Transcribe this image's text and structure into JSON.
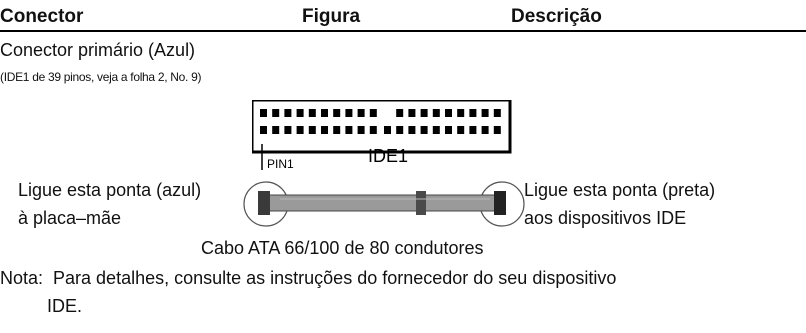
{
  "header": {
    "col_connector": "Conector",
    "col_figure": "Figura",
    "col_description": "Descrição"
  },
  "section": {
    "title": "Conector primário (Azul)",
    "subtitle": "(IDE1 de 39 pinos, veja a folha 2, No. 9)"
  },
  "figure": {
    "pin_label": "PIN1",
    "connector_label": "IDE1"
  },
  "cable": {
    "left_line1": "Ligue esta ponta (azul)",
    "left_line2": "à placa–mãe",
    "right_line1": "Ligue esta ponta (preta)",
    "right_line2": "aos dispositivos IDE",
    "caption": "Cabo ATA 66/100 de 80 condutores"
  },
  "note": {
    "line1": "Nota:  Para detalhes, consulte as instruções do fornecedor do seu dispositivo",
    "line2": "IDE."
  }
}
